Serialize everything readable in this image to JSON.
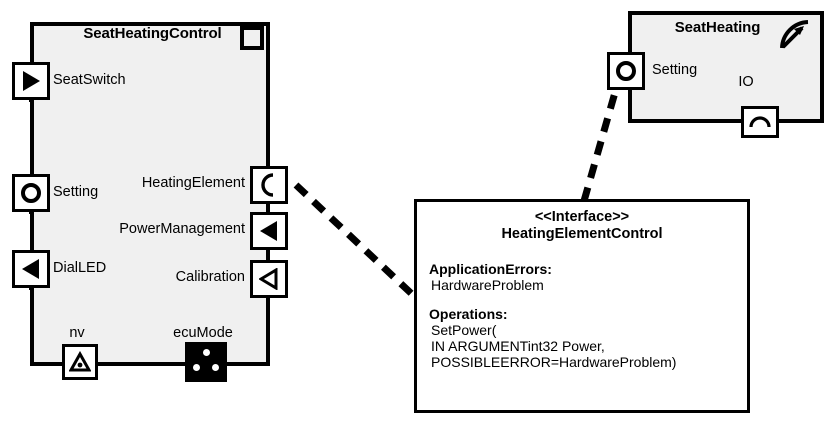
{
  "diagram": {
    "type": "uml-component-diagram",
    "title_visible": false
  },
  "components": [
    {
      "id": "seat-heating-control",
      "name": "SeatHeatingControl",
      "corner_icon": "component-square-icon",
      "ports": [
        {
          "id": "seatswitch",
          "label": "SeatSwitch",
          "icon": "filled-right-triangle-icon",
          "side": "left",
          "label_side": "right"
        },
        {
          "id": "setting",
          "label": "Setting",
          "icon": "circle-icon",
          "side": "left",
          "label_side": "right"
        },
        {
          "id": "dialled",
          "label": "DialLED",
          "icon": "filled-left-triangle-icon",
          "side": "left",
          "label_side": "right"
        },
        {
          "id": "heatingelement",
          "label": "HeatingElement",
          "icon": "socket-arc-icon",
          "side": "right",
          "label_side": "left"
        },
        {
          "id": "powermanagement",
          "label": "PowerManagement",
          "icon": "filled-left-triangle-icon",
          "side": "right",
          "label_side": "left"
        },
        {
          "id": "calibration",
          "label": "Calibration",
          "icon": "outline-left-triangle-icon",
          "side": "right",
          "label_side": "left"
        },
        {
          "id": "nv",
          "label": "nv",
          "icon": "triangle-dot-icon",
          "side": "bottom",
          "label_side": "above"
        },
        {
          "id": "ecumode",
          "label": "ecuMode",
          "icon": "black-three-dot-icon",
          "side": "bottom",
          "label_side": "above"
        }
      ]
    },
    {
      "id": "seat-heating",
      "name": "SeatHeating",
      "corner_icon": "gauge-icon",
      "ports": [
        {
          "id": "sh-setting",
          "label": "Setting",
          "icon": "circle-icon",
          "side": "left",
          "label_side": "right"
        },
        {
          "id": "sh-io",
          "label": "IO",
          "icon": "arc-dome-icon",
          "side": "bottom",
          "label_side": "above"
        }
      ]
    }
  ],
  "interface": {
    "id": "heating-element-control",
    "stereotype": "<<Interface>>",
    "name": "HeatingElementControl",
    "sections": [
      {
        "id": "application-errors",
        "heading": "ApplicationErrors:",
        "lines": [
          "HardwareProblem"
        ]
      },
      {
        "id": "operations",
        "heading": "Operations:",
        "lines": [
          "SetPower(",
          "IN ARGUMENTint32 Power,",
          "POSSIBLEERROR=HardwareProblem)"
        ]
      }
    ]
  },
  "connectors": [
    {
      "id": "heatingelement-to-interface",
      "style": "dashed",
      "from": "heatingelement",
      "to": "heating-element-control"
    },
    {
      "id": "interface-to-sh-setting",
      "style": "dashed",
      "from": "heating-element-control",
      "to": "sh-setting"
    }
  ],
  "colors": {
    "stroke": "#000000",
    "component_fill": "#f0f0f0",
    "interface_fill": "#ffffff",
    "page_background": "#ffffff"
  }
}
